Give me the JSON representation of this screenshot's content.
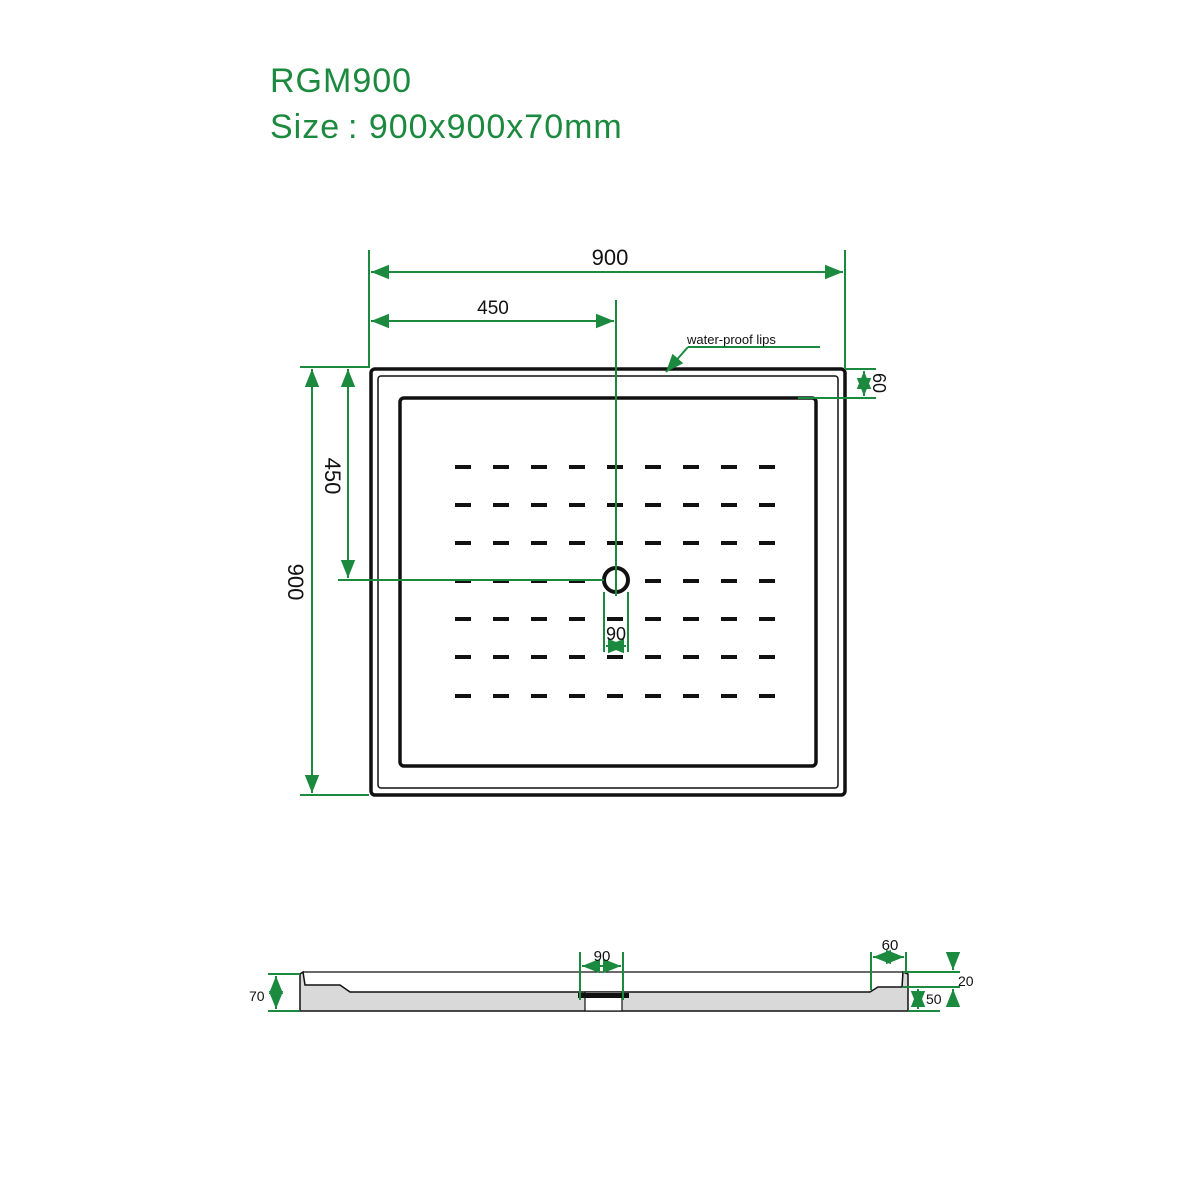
{
  "title": {
    "model": "RGM900",
    "size": "Size : 900x900x70mm"
  },
  "plan": {
    "width": "900",
    "half_width": "450",
    "height": "900",
    "half_height": "450",
    "lip": "60",
    "drain": "90",
    "lip_note": "water-proof lips"
  },
  "section": {
    "drain": "90",
    "lip": "60",
    "lip_height": "20",
    "inner_height": "50",
    "total_height": "70"
  },
  "colors": {
    "dimension": "#1b8a3f",
    "outline": "#111111",
    "title": "#1b8a3f"
  }
}
